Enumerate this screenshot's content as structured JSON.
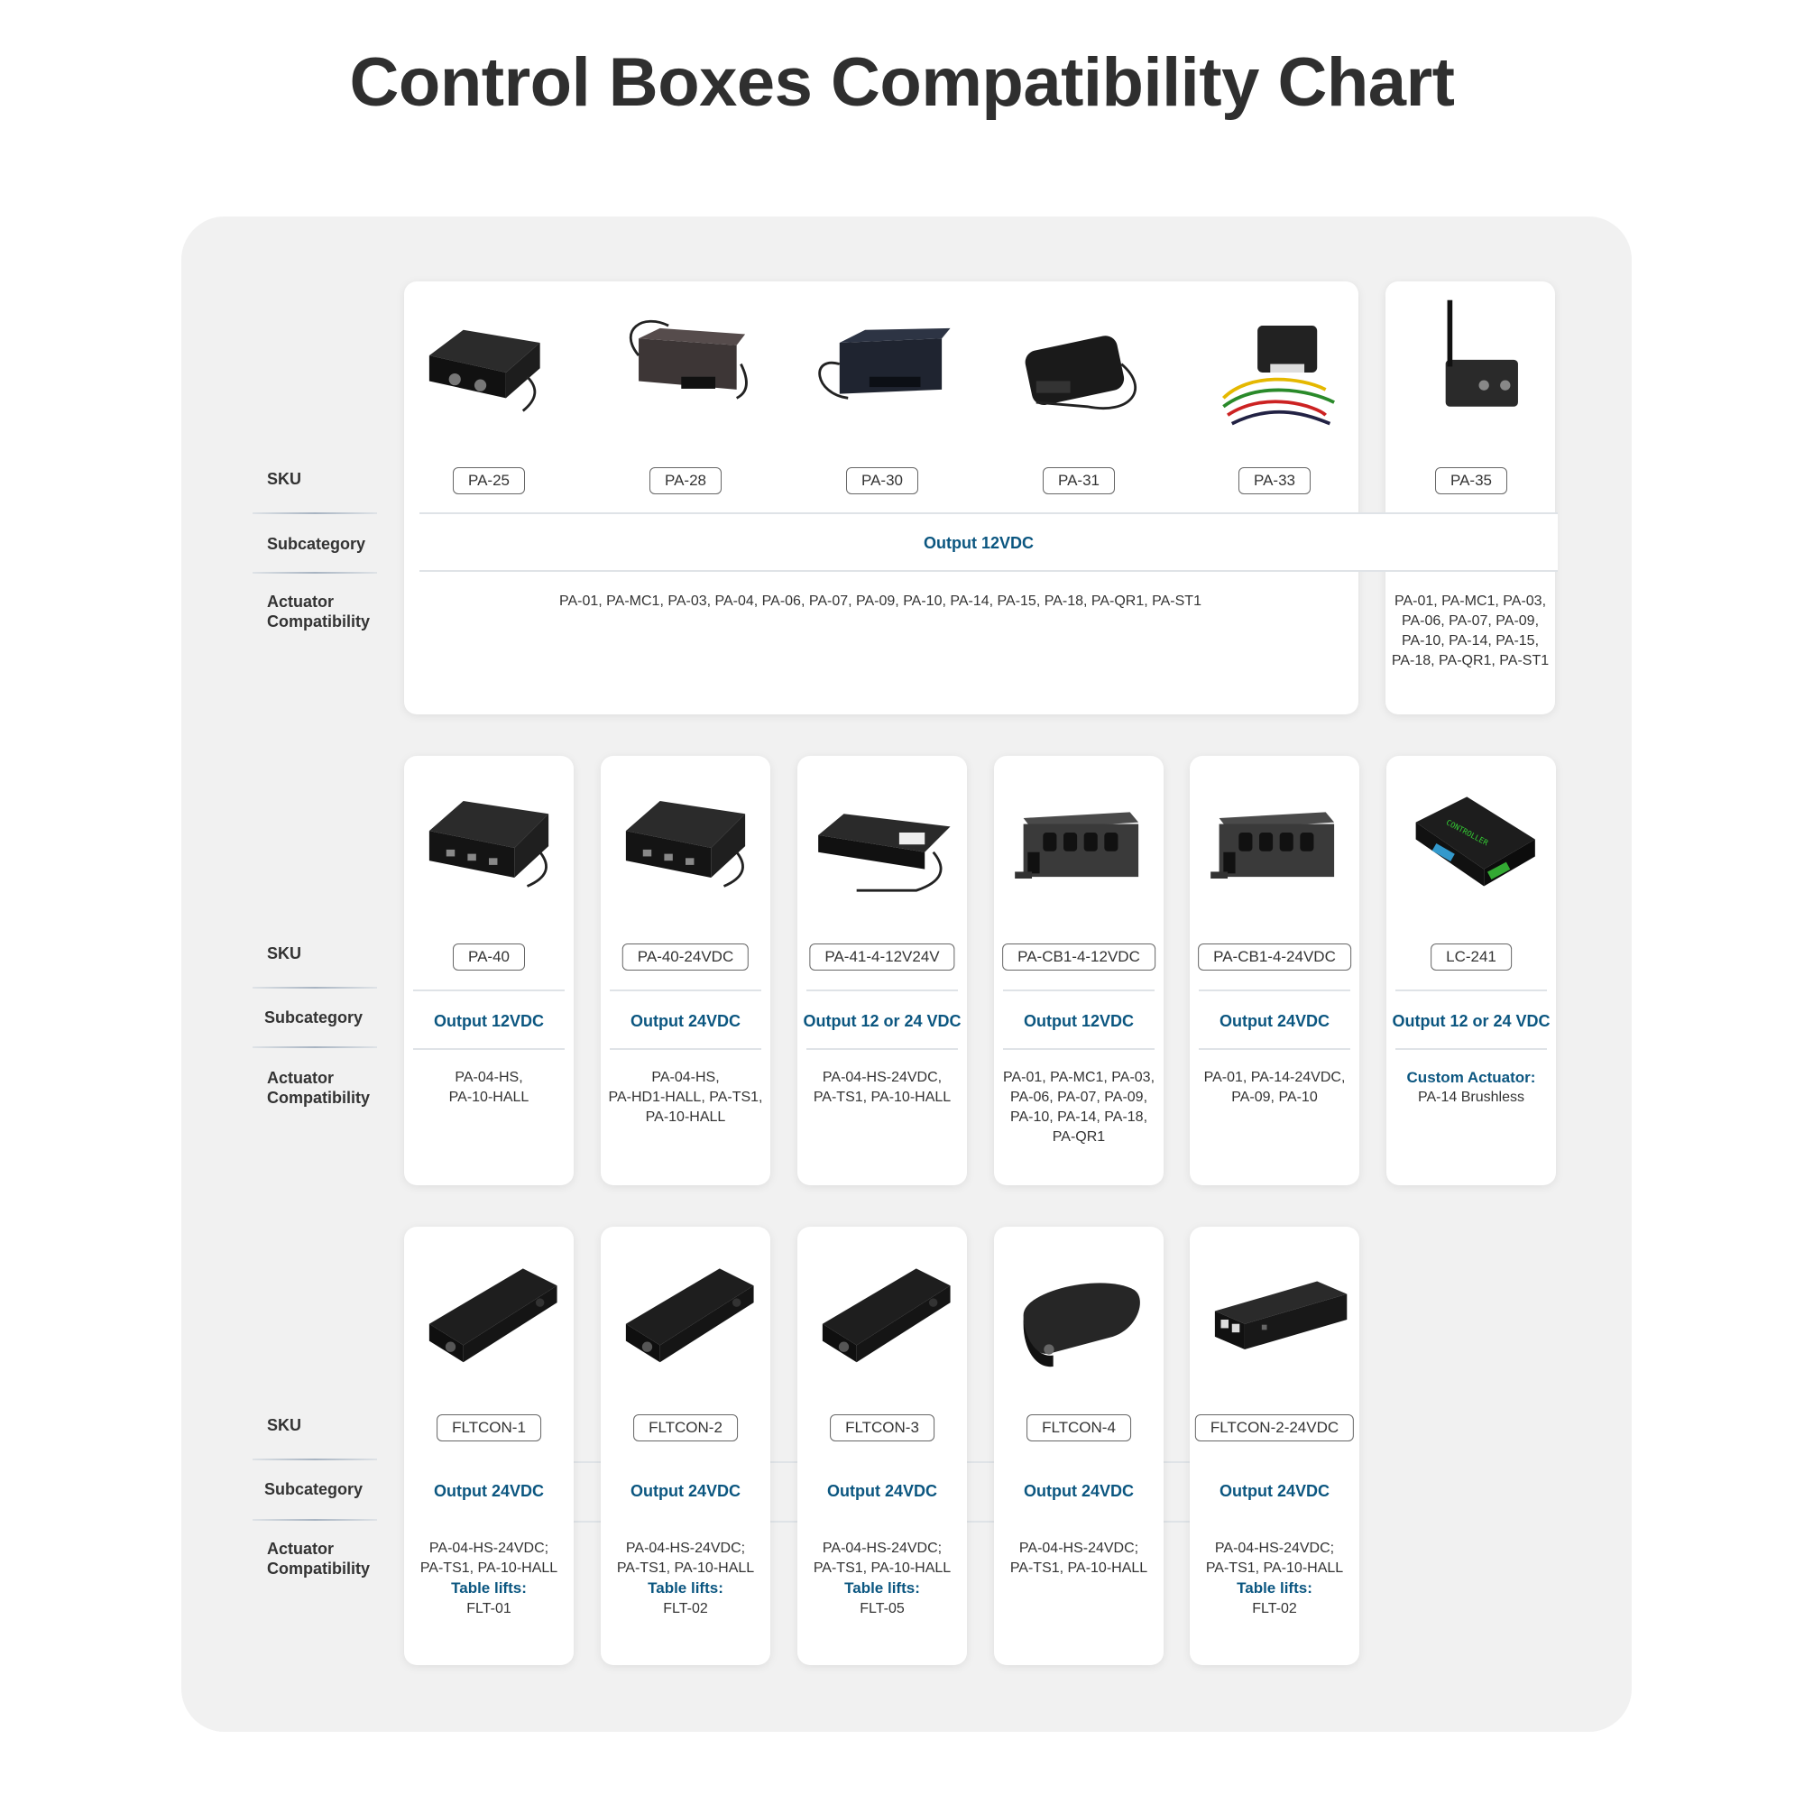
{
  "title": "Control Boxes Compatibility Chart",
  "labels": {
    "sku": "SKU",
    "subcategory": "Subcategory",
    "actuator_line1": "Actuator",
    "actuator_line2": "Compatibility"
  },
  "group1": {
    "shared_subcategory": "Output 12VDC",
    "shared_compat": "PA-01, PA-MC1, PA-03, PA-04, PA-06, PA-07, PA-09, PA-10, PA-14, PA-15, PA-18, PA-QR1, PA-ST1",
    "items": [
      {
        "sku": "PA-25",
        "image": "control-box-knobs-icon"
      },
      {
        "sku": "PA-28",
        "image": "control-box-brown-icon"
      },
      {
        "sku": "PA-30",
        "image": "control-box-dark-icon"
      },
      {
        "sku": "PA-31",
        "image": "control-box-rounded-icon"
      },
      {
        "sku": "PA-33",
        "image": "control-box-wires-icon"
      },
      {
        "sku": "PA-35",
        "image": "control-box-antenna-icon",
        "subcategory": "Output 12VDC",
        "compat": [
          "PA-01, PA-MC1, PA-03,",
          "PA-06, PA-07, PA-09,",
          "PA-10, PA-14, PA-15,",
          "PA-18, PA-QR1, PA-ST1"
        ]
      }
    ]
  },
  "group2": {
    "items": [
      {
        "sku": "PA-40",
        "subcategory": "Output 12VDC",
        "compat": [
          "PA-04-HS,",
          "PA-10-HALL"
        ],
        "image": "control-box-black-icon"
      },
      {
        "sku": "PA-40-24VDC",
        "subcategory": "Output 24VDC",
        "compat": [
          "PA-04-HS,",
          "PA-HD1-HALL, PA-TS1,",
          "PA-10-HALL"
        ],
        "image": "control-box-black-icon"
      },
      {
        "sku": "PA-41-4-12V24V",
        "subcategory": "Output 12 or 24 VDC",
        "compat": [
          "PA-04-HS-24VDC,",
          "PA-TS1, PA-10-HALL"
        ],
        "image": "control-box-flat-icon"
      },
      {
        "sku": "PA-CB1-4-12VDC",
        "subcategory": "Output 12VDC",
        "compat": [
          "PA-01, PA-MC1, PA-03,",
          "PA-06, PA-07, PA-09,",
          "PA-10, PA-14, PA-18,",
          "PA-QR1"
        ],
        "image": "control-box-ports-icon"
      },
      {
        "sku": "PA-CB1-4-24VDC",
        "subcategory": "Output 24VDC",
        "compat": [
          "PA-01, PA-14-24VDC,",
          "PA-09, PA-10"
        ],
        "image": "control-box-ports-icon"
      },
      {
        "sku": "LC-241",
        "subcategory": "Output 12 or 24 VDC",
        "compat_highlight": "Custom Actuator:",
        "compat": [
          "PA-14 Brushless"
        ],
        "image": "controller-board-icon"
      }
    ]
  },
  "group3": {
    "items": [
      {
        "sku": "FLTCON-1",
        "subcategory": "Output 24VDC",
        "compat": [
          "PA-04-HS-24VDC;",
          "PA-TS1, PA-10-HALL"
        ],
        "compat_highlight": "Table lifts:",
        "extra": "FLT-01",
        "image": "slim-control-box-icon"
      },
      {
        "sku": "FLTCON-2",
        "subcategory": "Output 24VDC",
        "compat": [
          "PA-04-HS-24VDC;",
          "PA-TS1, PA-10-HALL"
        ],
        "compat_highlight": "Table lifts:",
        "extra": "FLT-02",
        "image": "slim-control-box-icon"
      },
      {
        "sku": "FLTCON-3",
        "subcategory": "Output 24VDC",
        "compat": [
          "PA-04-HS-24VDC;",
          "PA-TS1, PA-10-HALL"
        ],
        "compat_highlight": "Table lifts:",
        "extra": "FLT-05",
        "image": "slim-control-box-icon"
      },
      {
        "sku": "FLTCON-4",
        "subcategory": "Output 24VDC",
        "compat": [
          "PA-04-HS-24VDC;",
          "PA-TS1, PA-10-HALL"
        ],
        "image": "rounded-control-box-icon"
      },
      {
        "sku": "FLTCON-2-24VDC",
        "subcategory": "Output 24VDC",
        "compat": [
          "PA-04-HS-24VDC;",
          "PA-TS1, PA-10-HALL"
        ],
        "compat_highlight": "Table lifts:",
        "extra": "FLT-02",
        "image": "compact-control-box-icon"
      }
    ]
  }
}
